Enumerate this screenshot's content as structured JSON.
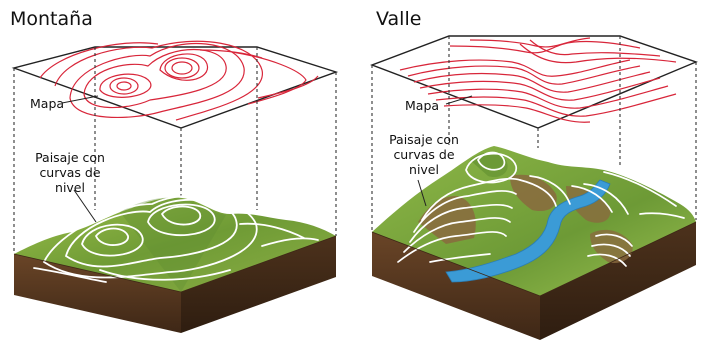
{
  "left_panel": {
    "title": "Montaña",
    "map_label": "Mapa",
    "landscape_label": [
      "Paisaje con",
      "curvas de",
      "nivel"
    ]
  },
  "right_panel": {
    "title": "Valle",
    "map_label": "Mapa",
    "landscape_label": [
      "Paisaje con",
      "curvas de",
      "nivel"
    ]
  },
  "colors": {
    "contour_map": "#d8263a",
    "contour_land": "#ffffff",
    "grass": "#7aa33c",
    "grass_dark": "#5c8a2e",
    "soil": "#5b3a22",
    "soil_dark": "#3e2716",
    "river": "#3b9bd6",
    "cliff": "#8a6a3e"
  }
}
